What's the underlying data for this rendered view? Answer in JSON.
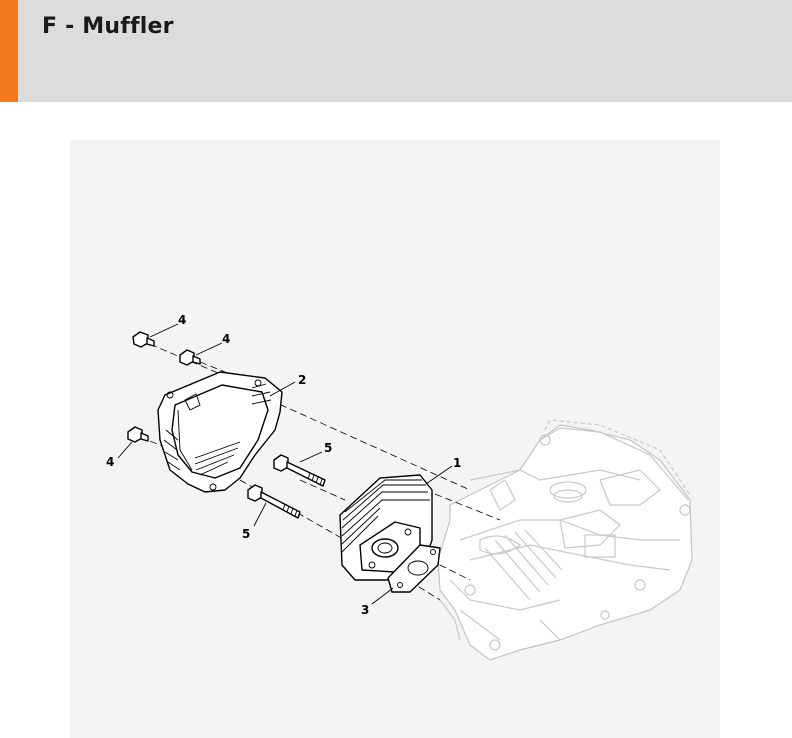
{
  "header": {
    "title": "F - Muffler",
    "accent_color": "#f37a1f",
    "background_color": "#dcdcdc"
  },
  "diagram": {
    "callouts": [
      {
        "id": "c1",
        "label": "1"
      },
      {
        "id": "c2",
        "label": "2"
      },
      {
        "id": "c3",
        "label": "3"
      },
      {
        "id": "c4a",
        "label": "4"
      },
      {
        "id": "c4b",
        "label": "4"
      },
      {
        "id": "c4c",
        "label": "4"
      },
      {
        "id": "c5a",
        "label": "5"
      },
      {
        "id": "c5b",
        "label": "5"
      }
    ]
  }
}
